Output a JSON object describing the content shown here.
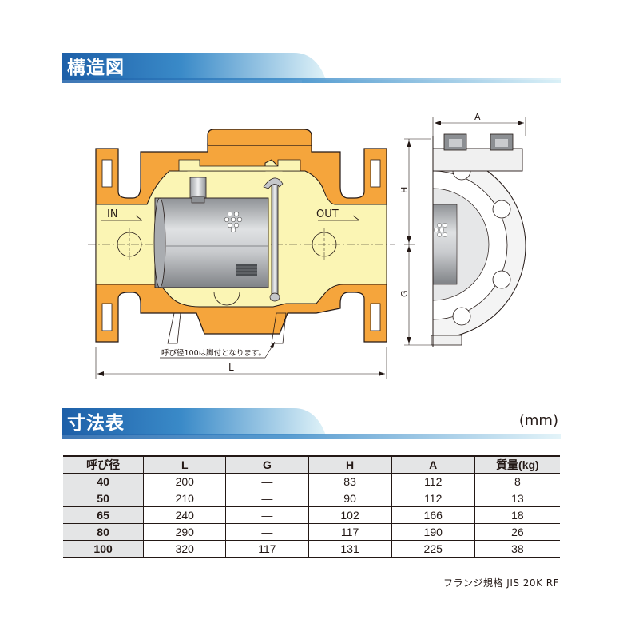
{
  "sections": {
    "structure_title": "構造図",
    "dimensions_title": "寸法表"
  },
  "colors": {
    "header_dark": "#1d5fa8",
    "header_light": "#bfe6f2",
    "body_orange": "#f5a53c",
    "body_yellow": "#fbf5b4",
    "screen_steel": "#b9bcc0",
    "table_header_bg": "#e4e5e6"
  },
  "diagram": {
    "label_in": "IN",
    "label_out": "OUT",
    "label_L": "L",
    "label_A": "A",
    "label_H": "H",
    "label_G": "G",
    "note": "呼び径100は脚付となります。"
  },
  "unit": "(mm)",
  "table": {
    "headers": [
      "呼び径",
      "L",
      "G",
      "H",
      "A",
      "質量(kg)"
    ],
    "rows": [
      [
        "40",
        "200",
        "—",
        "83",
        "112",
        "8"
      ],
      [
        "50",
        "210",
        "—",
        "90",
        "112",
        "13"
      ],
      [
        "65",
        "240",
        "—",
        "102",
        "166",
        "18"
      ],
      [
        "80",
        "290",
        "—",
        "117",
        "190",
        "26"
      ],
      [
        "100",
        "320",
        "117",
        "131",
        "225",
        "38"
      ]
    ]
  },
  "footnote": "フランジ規格 JIS 20K RF"
}
